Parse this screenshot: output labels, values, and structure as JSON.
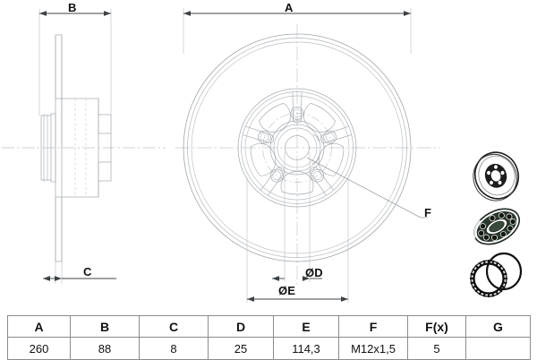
{
  "drawing": {
    "title": "Brake disc technical drawing",
    "dimension_labels": {
      "A": "A",
      "B": "B",
      "C": "C",
      "F": "F",
      "diameter_D": "ØD",
      "diameter_E": "ØE"
    },
    "views": {
      "section_view_name": "section-side-view",
      "front_view_name": "front-disc-view"
    },
    "line_color": "#9aa0a6",
    "dim_line_color": "#555b60",
    "center_line_color": "#b9bfc4",
    "text_color": "#111111"
  },
  "thumbnails": [
    {
      "name": "brake-disc-photo",
      "alt": "Brake disc product photo"
    },
    {
      "name": "wheel-bearing-photo",
      "alt": "Wheel bearing product photo"
    },
    {
      "name": "abs-ring-photo",
      "alt": "ABS sensor ring and retaining ring photo"
    }
  ],
  "spec_table": {
    "headers": [
      "A",
      "B",
      "C",
      "D",
      "E",
      "F",
      "F(x)",
      "G"
    ],
    "values": [
      "260",
      "88",
      "8",
      "25",
      "114,3",
      "M12x1,5",
      "5",
      ""
    ]
  }
}
